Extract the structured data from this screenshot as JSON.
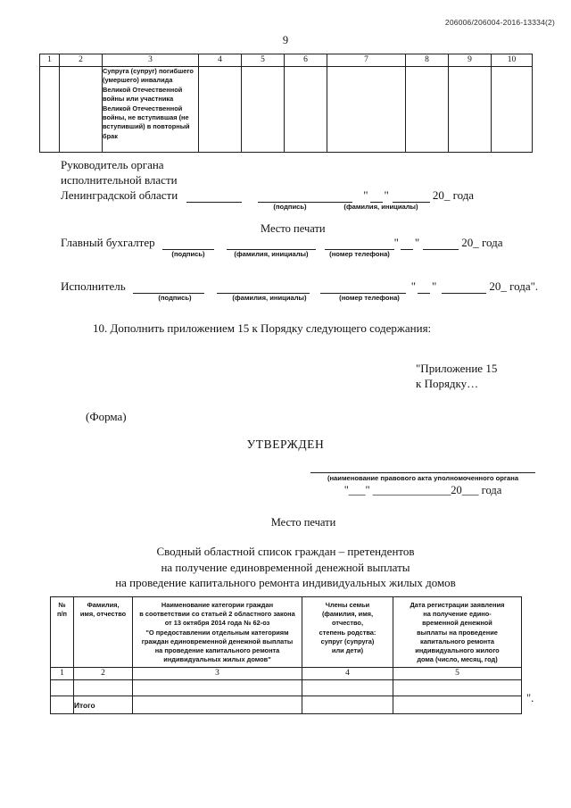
{
  "header": {
    "doc_code": "206006/206004-2016-13334(2)",
    "page_number": "9"
  },
  "top_table": {
    "column_numbers": [
      "1",
      "2",
      "3",
      "4",
      "5",
      "6",
      "7",
      "8",
      "9",
      "10"
    ],
    "category_cell": "Супруга (супруг) погибшего (умершего) инвалида Великой Отечественной войны или участника Великой Отечественной войны, не вступившая (не вступивший) в повторный брак"
  },
  "signature_head": {
    "line1": "Руководитель органа",
    "line2": "исполнительной власти",
    "line3": "Ленинградской области",
    "caption_signature": "(подпись)",
    "caption_name": "(фамилия, инициалы)",
    "date_tail": "20_ года",
    "quote_open": "\"",
    "quote_close": "\""
  },
  "stamp_place_1": "Место печати",
  "accountant": {
    "label": "Главный бухгалтер",
    "caption_signature": "(подпись)",
    "caption_name": "(фамилия, инициалы)",
    "caption_phone": "(номер телефона)",
    "date_tail": "20_ года"
  },
  "executor": {
    "label": "Исполнитель",
    "caption_signature": "(подпись)",
    "caption_name": "(фамилия, инициалы)",
    "caption_phone": "(номер телефона)",
    "date_tail": "20_ года\"."
  },
  "paragraph_10": "10. Дополнить приложением 15 к Порядку следующего содержания:",
  "annex": {
    "line1": "\"Приложение 15",
    "line2": "к Порядку…"
  },
  "form_label": "(Форма)",
  "approved": {
    "heading": "УТВЕРЖДЕН",
    "caption": "(наименование правового акта уполномоченного органа",
    "date_line": "\"___\" ______________20___ года"
  },
  "stamp_place_2": "Место печати",
  "main_title": {
    "line1": "Сводный областной список граждан – претендентов",
    "line2": "на получение единовременной денежной выплаты",
    "line3": "на проведение капитального ремонта индивидуальных жилых домов"
  },
  "bottom_table": {
    "headers": [
      "№\nп/п",
      "Фамилия,\nимя, отчество",
      "Наименование категории граждан\nв соответствии со статьей 2 областного закона\nот 13 октября 2014 года № 62-оз\n\"О предоставлении отдельным категориям\nграждан единовременной денежной выплаты\nна проведение капитального ремонта\nиндивидуальных жилых домов\"",
      "Члены семьи\n(фамилия, имя,\nотчество,\nстепень родства:\nсупруг (супруга)\nили дети)",
      "Дата регистрации заявления\nна получение едино-\nвременной денежной\nвыплаты на проведение\nкапитального ремонта\nиндивидуального жилого\nдома (число, месяц, год)"
    ],
    "column_numbers": [
      "1",
      "2",
      "3",
      "4",
      "5"
    ],
    "total_label": "Итого"
  },
  "end_quote": "\"."
}
